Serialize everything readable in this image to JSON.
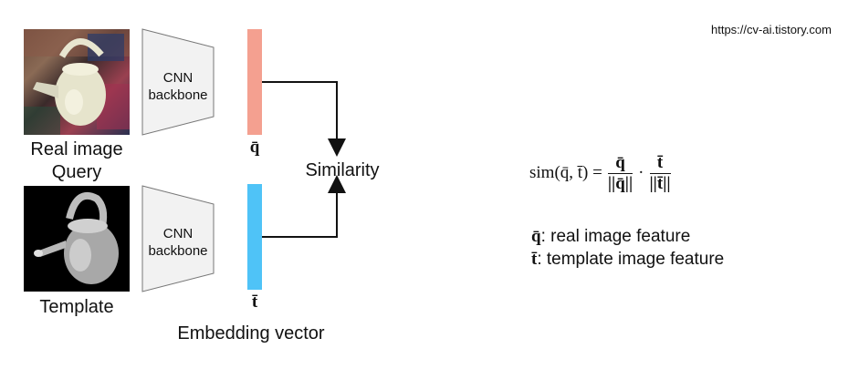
{
  "watermark": "https://cv-ai.tistory.com",
  "query": {
    "caption_line1": "Real image",
    "caption_line2": "Query",
    "cnn_line1": "CNN",
    "cnn_line2": "backbone",
    "vector_symbol": "q̄",
    "vector_color": "#f4a090"
  },
  "template": {
    "caption": "Template",
    "cnn_line1": "CNN",
    "cnn_line2": "backbone",
    "vector_symbol": "t̄",
    "vector_color": "#4fc3f7"
  },
  "similarity_label": "Similarity",
  "embedding_label": "Embedding vector",
  "formula": {
    "lhs": "sim(q̄, t̄) =",
    "frac1_num": "q̄",
    "frac1_den": "||q̄||",
    "dot": "·",
    "frac2_num": "t̄",
    "frac2_den": "||t̄||"
  },
  "legend": {
    "q_symbol": "q̄",
    "q_text": ": real image feature",
    "t_symbol": "t̄",
    "t_text": ": template image feature"
  }
}
